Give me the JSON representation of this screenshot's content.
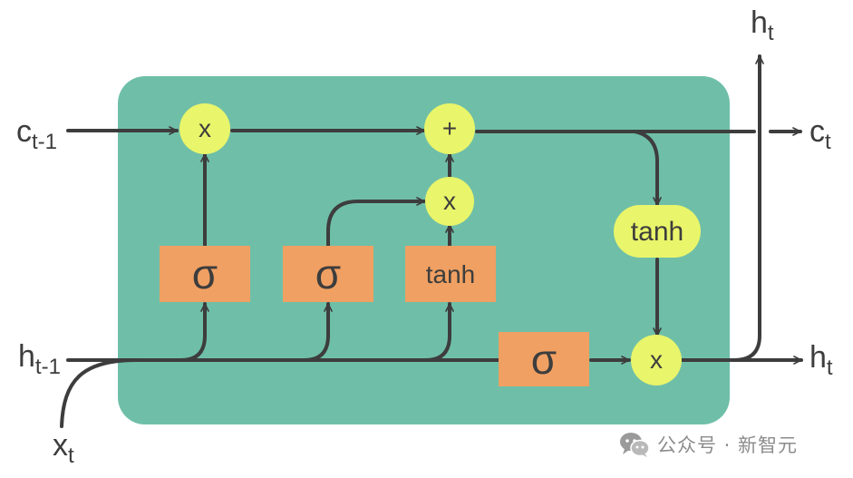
{
  "colors": {
    "cell_background": "#6fbfa8",
    "gate_box": "#f0a062",
    "operator_node": "#e9f56a",
    "line": "#3d3d3d",
    "text": "#3d3d3d"
  },
  "external_labels": {
    "c_prev": {
      "main": "c",
      "sub": "t-1"
    },
    "h_prev": {
      "main": "h",
      "sub": "t-1"
    },
    "x_in": {
      "main": "x",
      "sub": "t"
    },
    "c_out": {
      "main": "c",
      "sub": "t"
    },
    "h_out_right": {
      "main": "h",
      "sub": "t"
    },
    "h_out_top": {
      "main": "h",
      "sub": "t"
    }
  },
  "gates": {
    "forget": "σ",
    "input": "σ",
    "candidate": "tanh",
    "output": "σ"
  },
  "operators": {
    "forget_multiply": "x",
    "cell_add": "+",
    "input_multiply": "x",
    "cell_tanh": "tanh",
    "output_multiply": "x"
  },
  "watermark": {
    "icon": "wechat-icon",
    "text": "公众号 · 新智元"
  }
}
